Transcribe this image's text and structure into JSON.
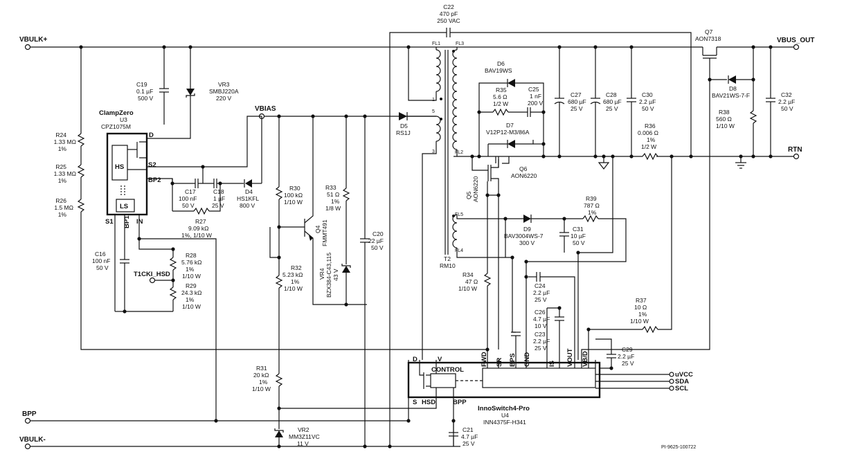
{
  "nets": {
    "vbulk_plus": "VBULK+",
    "vbulk_minus": "VBULK-",
    "vbus_out": "VBUS_OUT",
    "rtn": "RTN",
    "vbias": "VBIAS",
    "bpp": "BPP",
    "t1cki_hsd": "T1CKI_HSD",
    "uvcc": "uVCC",
    "sda": "SDA",
    "scl": "SCL"
  },
  "components": {
    "c22": {
      "ref": "C22",
      "value": "470 pF",
      "rating": "250 VAC"
    },
    "c19": {
      "ref": "C19",
      "value": "0.1 µF",
      "rating": "500 V"
    },
    "vr3": {
      "ref": "VR3",
      "part": "SMBJ220A",
      "rating": "220 V"
    },
    "u3": {
      "title": "ClampZero",
      "ref": "U3",
      "part": "CPZ1075M",
      "hs": "HS",
      "ls": "LS",
      "pin_d": "D",
      "pin_s2": "S2",
      "pin_bp2": "BP2",
      "pin_s1": "S1",
      "pin_bp1": "BP1",
      "pin_in": "IN"
    },
    "r24": {
      "ref": "R24",
      "value": "1.33 MΩ",
      "tol": "1%"
    },
    "r25": {
      "ref": "R25",
      "value": "1.33 MΩ",
      "tol": "1%"
    },
    "r26": {
      "ref": "R26",
      "value": "1.5 MΩ",
      "tol": "1%"
    },
    "c17": {
      "ref": "C17",
      "value": "100 nF",
      "rating": "50 V"
    },
    "c18": {
      "ref": "C18",
      "value": "1 µF",
      "rating": "25 V"
    },
    "d4": {
      "ref": "D4",
      "part": "HS1KFL",
      "rating": "800 V"
    },
    "r27": {
      "ref": "R27",
      "value": "9.09 kΩ",
      "rating": "1%, 1/10 W"
    },
    "c16": {
      "ref": "C16",
      "value": "100 nF",
      "rating": "50 V"
    },
    "r28": {
      "ref": "R28",
      "value": "5.76 kΩ",
      "tol": "1%",
      "rating": "1/10 W"
    },
    "r29": {
      "ref": "R29",
      "value": "24.3 kΩ",
      "tol": "1%",
      "rating": "1/10 W"
    },
    "r30": {
      "ref": "R30",
      "value": "100 kΩ",
      "rating": "1/10 W"
    },
    "q4": {
      "ref": "Q4",
      "part": "FMMT491"
    },
    "r33": {
      "ref": "R33",
      "value": "51 Ω",
      "tol": "1%",
      "rating": "1/8 W"
    },
    "c20": {
      "ref": "C20",
      "value": "22 µF",
      "rating": "50 V"
    },
    "r32": {
      "ref": "R32",
      "value": "5.23 kΩ",
      "tol": "1%",
      "rating": "1/10 W"
    },
    "vr4": {
      "ref": "VR4",
      "part": "BZX384-C43,115",
      "rating": "43 V"
    },
    "d5": {
      "ref": "D5",
      "part": "RS1J"
    },
    "t2": {
      "ref": "T2",
      "core": "RM10",
      "fl1": "FL1",
      "fl2": "FL2",
      "fl3": "FL3",
      "fl4": "FL4",
      "fl5": "FL5",
      "p1": "1",
      "p5": "5",
      "p3": "3"
    },
    "d6": {
      "ref": "D6",
      "part": "BAV19WS"
    },
    "r35": {
      "ref": "R35",
      "value": "5.6 Ω",
      "rating": "1/2 W"
    },
    "c25": {
      "ref": "C25",
      "value": "1 nF",
      "rating": "200 V"
    },
    "d7": {
      "ref": "D7",
      "part": "V12P12-M3/86A"
    },
    "q5": {
      "ref": "Q5",
      "part": "AON6220"
    },
    "q6": {
      "ref": "Q6",
      "part": "AON6220"
    },
    "c27": {
      "ref": "C27",
      "value": "680 µF",
      "rating": "25 V"
    },
    "c28": {
      "ref": "C28",
      "value": "680 µF",
      "rating": "25 V"
    },
    "c30": {
      "ref": "C30",
      "value": "2.2 µF",
      "rating": "50 V"
    },
    "r36": {
      "ref": "R36",
      "value": "0.006 Ω",
      "tol": "1%",
      "rating": "1/2 W"
    },
    "q7": {
      "ref": "Q7",
      "part": "AON7318"
    },
    "d8": {
      "ref": "D8",
      "part": "BAV21WS-7-F"
    },
    "r38": {
      "ref": "R38",
      "value": "560 Ω",
      "rating": "1/10 W"
    },
    "c32": {
      "ref": "C32",
      "value": "2.2 µF",
      "rating": "50 V"
    },
    "r39": {
      "ref": "R39",
      "value": "787 Ω",
      "tol": "1%"
    },
    "d9": {
      "ref": "D9",
      "part": "BAV3004WS-7",
      "rating": "300 V"
    },
    "c31": {
      "ref": "C31",
      "value": "10 µF",
      "rating": "50 V"
    },
    "r34": {
      "ref": "R34",
      "value": "47 Ω",
      "rating": "1/10 W"
    },
    "c24": {
      "ref": "C24",
      "value": "2.2 µF",
      "rating": "25 V"
    },
    "c26": {
      "ref": "C26",
      "value": "4.7 µF",
      "rating": "10 V"
    },
    "c23": {
      "ref": "C23",
      "value": "2.2 µF",
      "rating": "25 V"
    },
    "r37": {
      "ref": "R37",
      "value": "10 Ω",
      "tol": "1%",
      "rating": "1/10 W"
    },
    "c29": {
      "ref": "C29",
      "value": "2.2 µF",
      "rating": "25 V"
    },
    "r31": {
      "ref": "R31",
      "value": "20 kΩ",
      "tol": "1%",
      "rating": "1/10 W"
    },
    "vr2": {
      "ref": "VR2",
      "part": "MM3Z11VC",
      "rating": "11 V"
    },
    "c21": {
      "ref": "C21",
      "value": "4.7 µF",
      "rating": "25 V"
    },
    "u4": {
      "title": "InnoSwitch4-Pro",
      "ref": "U4",
      "part": "INN4375F-H341",
      "control": "CONTROL",
      "pin_d": "D",
      "pin_v": "V",
      "pin_s": "S",
      "pin_hsd": "HSD",
      "pin_bpp": "BPP",
      "pin_fwd": "FWD",
      "pin_sr": "SR",
      "pin_bps": "BPS",
      "pin_gnd": "GND",
      "pin_is": "IS",
      "pin_vout": "VOUT",
      "pin_vb_d": "VB/D"
    }
  },
  "drawing_id": "PI-9625-100722"
}
